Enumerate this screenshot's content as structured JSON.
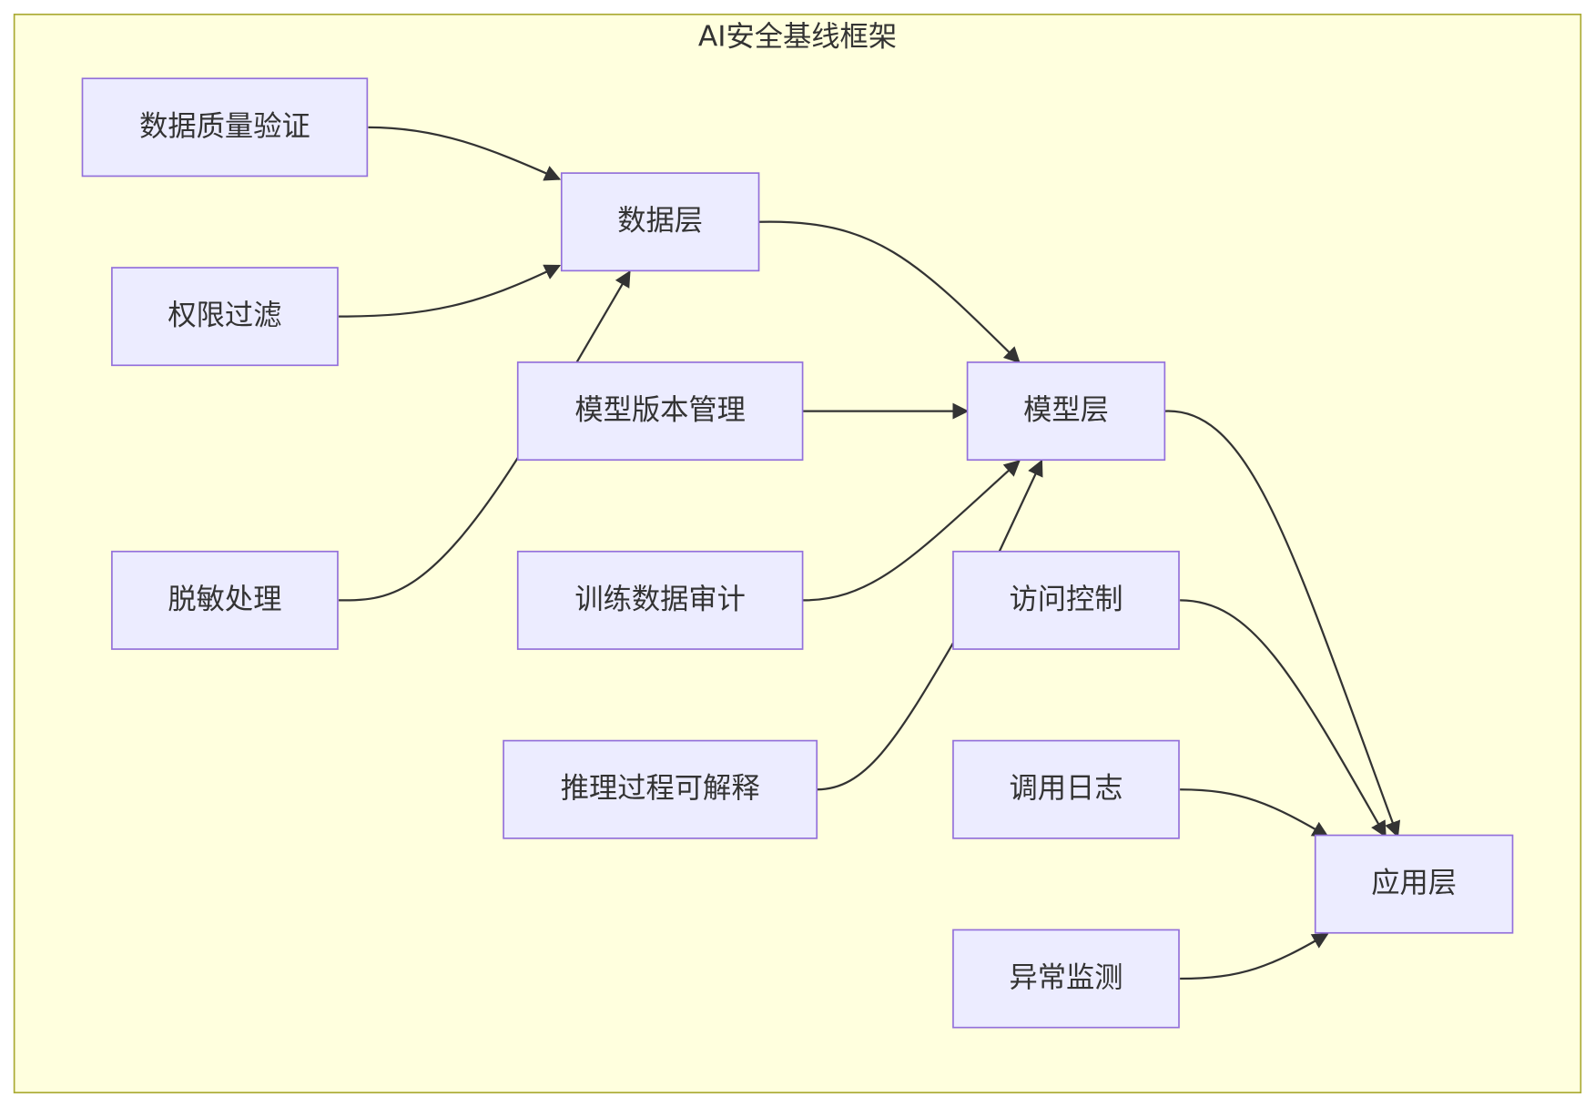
{
  "diagram": {
    "title": "AI安全基线框架",
    "colors": {
      "cluster_fill": "#FFFFDE",
      "cluster_stroke": "#AAAA33",
      "node_fill": "#ECECFF",
      "node_stroke": "#9370DB",
      "edge": "#333333",
      "text": "#333333"
    },
    "nodes": {
      "data_quality": "数据质量验证",
      "data_layer": "数据层",
      "permission_filter": "权限过滤",
      "model_version": "模型版本管理",
      "model_layer": "模型层",
      "desensitize": "脱敏处理",
      "training_audit": "训练数据审计",
      "access_control": "访问控制",
      "explainable": "推理过程可解释",
      "call_log": "调用日志",
      "app_layer": "应用层",
      "anomaly_detect": "异常监测"
    }
  }
}
